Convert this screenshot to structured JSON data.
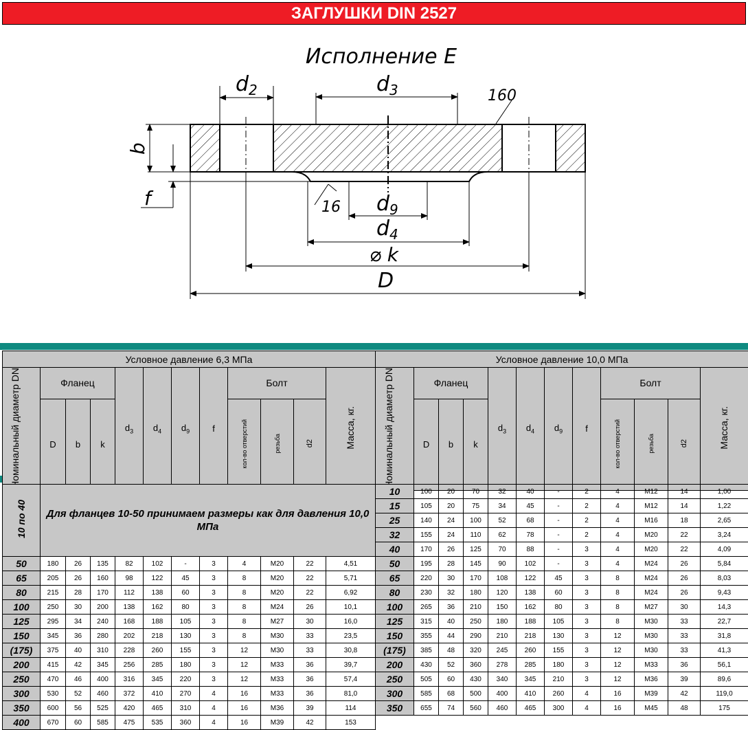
{
  "title": "ЗАГЛУШКИ DIN 2527",
  "drawing": {
    "caption": "Исполнение E",
    "labels": {
      "d2": "d",
      "d2_sub": "2",
      "d3": "d",
      "d3_sub": "3",
      "d9": "d",
      "d9_sub": "9",
      "d4": "d",
      "d4_sub": "4",
      "k": "⌀ k",
      "D": "D",
      "b": "b",
      "f": "f",
      "r160": "160",
      "r16": "16"
    }
  },
  "table": {
    "left_pressure": "Условное давление 6,3 МПа",
    "right_pressure": "Условное давление 10,0 МПа",
    "nominal_diameter": "Номинальный диаметр DN",
    "flange": "Фланец",
    "bolt": "Болт",
    "mass": "Масса, кг.",
    "col_D": "D",
    "col_b": "b",
    "col_k": "k",
    "col_d3": "d",
    "col_d3_sub": "3",
    "col_d4": "d",
    "col_d4_sub": "4",
    "col_d9": "d",
    "col_d9_sub": "9",
    "col_f": "f",
    "col_holes": "кол-во отверстий",
    "col_thread": "резьба",
    "col_d2": "d2",
    "range_label": "10 по 40",
    "note": "Для фланцев 10-50 принимаем размеры как для давления 10,0 МПа"
  },
  "right_small_rows": [
    [
      "10",
      "100",
      "20",
      "70",
      "32",
      "40",
      "-",
      "2",
      "4",
      "M12",
      "14",
      "1,00"
    ],
    [
      "15",
      "105",
      "20",
      "75",
      "34",
      "45",
      "-",
      "2",
      "4",
      "M12",
      "14",
      "1,22"
    ],
    [
      "25",
      "140",
      "24",
      "100",
      "52",
      "68",
      "-",
      "2",
      "4",
      "M16",
      "18",
      "2,65"
    ],
    [
      "32",
      "155",
      "24",
      "110",
      "62",
      "78",
      "-",
      "2",
      "4",
      "M20",
      "22",
      "3,24"
    ],
    [
      "40",
      "170",
      "26",
      "125",
      "70",
      "88",
      "-",
      "3",
      "4",
      "M20",
      "22",
      "4,09"
    ]
  ],
  "left_rows": [
    [
      "50",
      "180",
      "26",
      "135",
      "82",
      "102",
      "-",
      "3",
      "4",
      "M20",
      "22",
      "4,51"
    ],
    [
      "65",
      "205",
      "26",
      "160",
      "98",
      "122",
      "45",
      "3",
      "8",
      "M20",
      "22",
      "5,71"
    ],
    [
      "80",
      "215",
      "28",
      "170",
      "112",
      "138",
      "60",
      "3",
      "8",
      "M20",
      "22",
      "6,92"
    ],
    [
      "100",
      "250",
      "30",
      "200",
      "138",
      "162",
      "80",
      "3",
      "8",
      "M24",
      "26",
      "10,1"
    ],
    [
      "125",
      "295",
      "34",
      "240",
      "168",
      "188",
      "105",
      "3",
      "8",
      "M27",
      "30",
      "16,0"
    ],
    [
      "150",
      "345",
      "36",
      "280",
      "202",
      "218",
      "130",
      "3",
      "8",
      "M30",
      "33",
      "23,5"
    ],
    [
      "(175)",
      "375",
      "40",
      "310",
      "228",
      "260",
      "155",
      "3",
      "12",
      "M30",
      "33",
      "30,8"
    ],
    [
      "200",
      "415",
      "42",
      "345",
      "256",
      "285",
      "180",
      "3",
      "12",
      "M33",
      "36",
      "39,7"
    ],
    [
      "250",
      "470",
      "46",
      "400",
      "316",
      "345",
      "220",
      "3",
      "12",
      "M33",
      "36",
      "57,4"
    ],
    [
      "300",
      "530",
      "52",
      "460",
      "372",
      "410",
      "270",
      "4",
      "16",
      "M33",
      "36",
      "81,0"
    ],
    [
      "350",
      "600",
      "56",
      "525",
      "420",
      "465",
      "310",
      "4",
      "16",
      "M36",
      "39",
      "114"
    ],
    [
      "400",
      "670",
      "60",
      "585",
      "475",
      "535",
      "360",
      "4",
      "16",
      "M39",
      "42",
      "153"
    ]
  ],
  "right_rows": [
    [
      "50",
      "195",
      "28",
      "145",
      "90",
      "102",
      "-",
      "3",
      "4",
      "M24",
      "26",
      "5,84"
    ],
    [
      "65",
      "220",
      "30",
      "170",
      "108",
      "122",
      "45",
      "3",
      "8",
      "M24",
      "26",
      "8,03"
    ],
    [
      "80",
      "230",
      "32",
      "180",
      "120",
      "138",
      "60",
      "3",
      "8",
      "M24",
      "26",
      "9,43"
    ],
    [
      "100",
      "265",
      "36",
      "210",
      "150",
      "162",
      "80",
      "3",
      "8",
      "M27",
      "30",
      "14,3"
    ],
    [
      "125",
      "315",
      "40",
      "250",
      "180",
      "188",
      "105",
      "3",
      "8",
      "M30",
      "33",
      "22,7"
    ],
    [
      "150",
      "355",
      "44",
      "290",
      "210",
      "218",
      "130",
      "3",
      "12",
      "M30",
      "33",
      "31,8"
    ],
    [
      "(175)",
      "385",
      "48",
      "320",
      "245",
      "260",
      "155",
      "3",
      "12",
      "M30",
      "33",
      "41,3"
    ],
    [
      "200",
      "430",
      "52",
      "360",
      "278",
      "285",
      "180",
      "3",
      "12",
      "M33",
      "36",
      "56,1"
    ],
    [
      "250",
      "505",
      "60",
      "430",
      "340",
      "345",
      "210",
      "3",
      "12",
      "M36",
      "39",
      "89,6"
    ],
    [
      "300",
      "585",
      "68",
      "500",
      "400",
      "410",
      "260",
      "4",
      "16",
      "M39",
      "42",
      "119,0"
    ],
    [
      "350",
      "655",
      "74",
      "560",
      "460",
      "465",
      "300",
      "4",
      "16",
      "M45",
      "48",
      "175"
    ]
  ]
}
